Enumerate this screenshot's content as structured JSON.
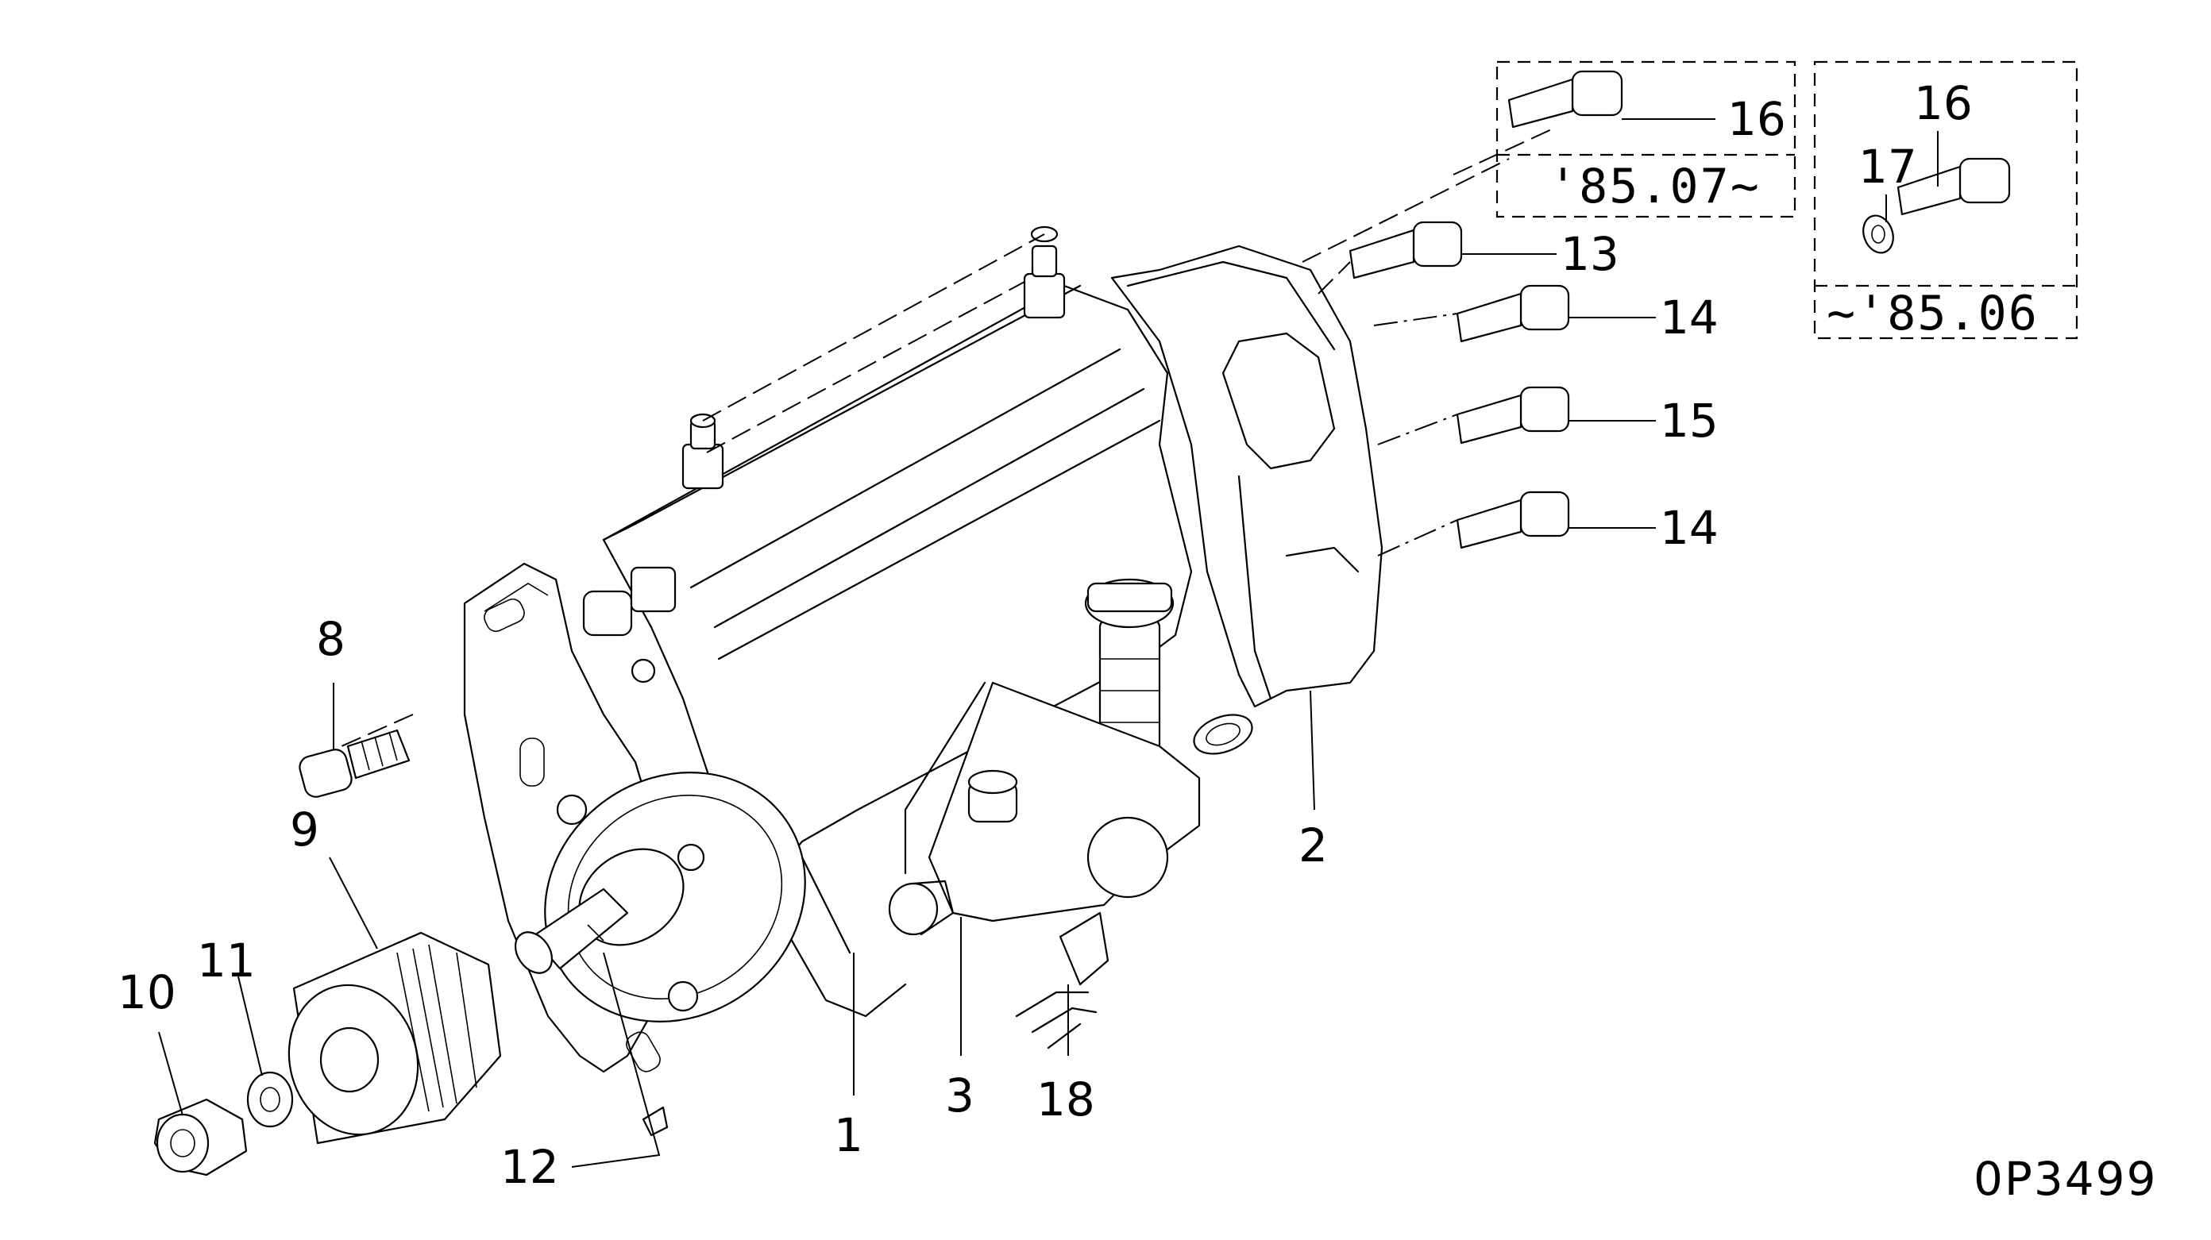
{
  "drawing_code": "0P3499",
  "variants": {
    "late": "'85.07~",
    "early": "~'85.06"
  },
  "callouts": {
    "c1": "1",
    "c2": "2",
    "c3": "3",
    "c8": "8",
    "c9": "9",
    "c10": "10",
    "c11": "11",
    "c12": "12",
    "c13": "13",
    "c14a": "14",
    "c14b": "14",
    "c15": "15",
    "c16a": "16",
    "c16b": "16",
    "c17": "17",
    "c18": "18"
  }
}
